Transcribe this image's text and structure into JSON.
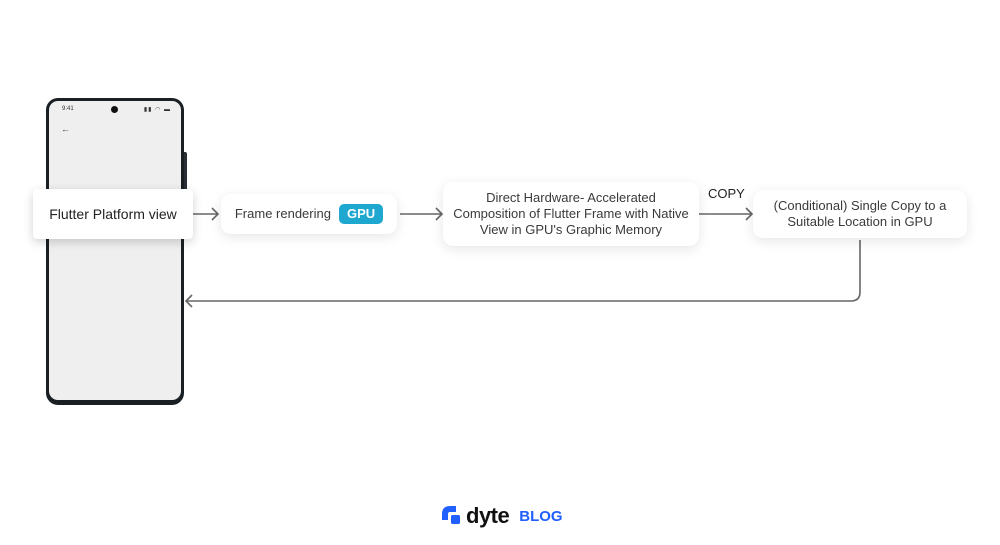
{
  "phone": {
    "status_time": "9:41",
    "status_icons": "signal-wifi-battery",
    "back_icon": "←"
  },
  "nodes": {
    "platform_view": "Flutter Platform view",
    "frame_rendering": "Frame rendering",
    "gpu_badge": "GPU",
    "composition": "Direct Hardware- Accelerated Composition of Flutter Frame with Native View in GPU's Graphic Memory",
    "single_copy": "(Conditional) Single Copy to a Suitable Location in GPU"
  },
  "edges": {
    "copy_label": "COPY"
  },
  "branding": {
    "logo_text": "dyte",
    "blog_label": "BLOG",
    "brand_color": "#2160fd",
    "gpu_color": "#1fa8cf"
  }
}
